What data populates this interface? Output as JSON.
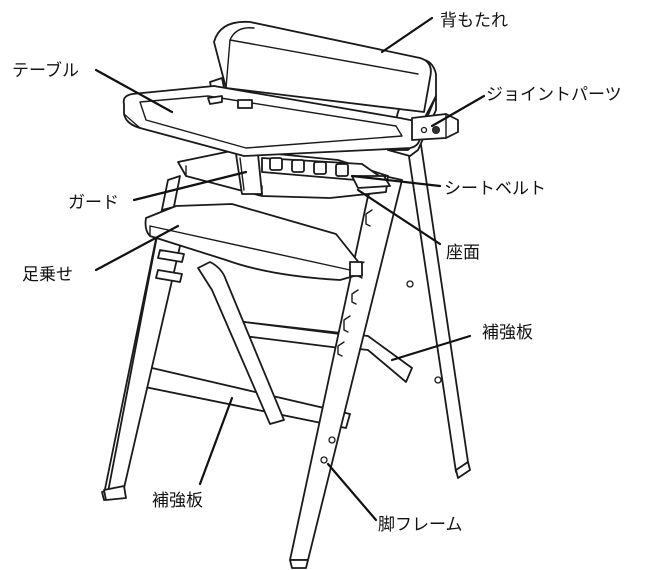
{
  "labels": {
    "backrest": "背もたれ",
    "table": "テーブル",
    "joint_parts": "ジョイントパーツ",
    "guard": "ガード",
    "seat_belt": "シートベルト",
    "seat": "座面",
    "footrest": "足乗せ",
    "reinforcement_upper": "補強板",
    "reinforcement_lower": "補強板",
    "leg_frame": "脚フレーム"
  }
}
